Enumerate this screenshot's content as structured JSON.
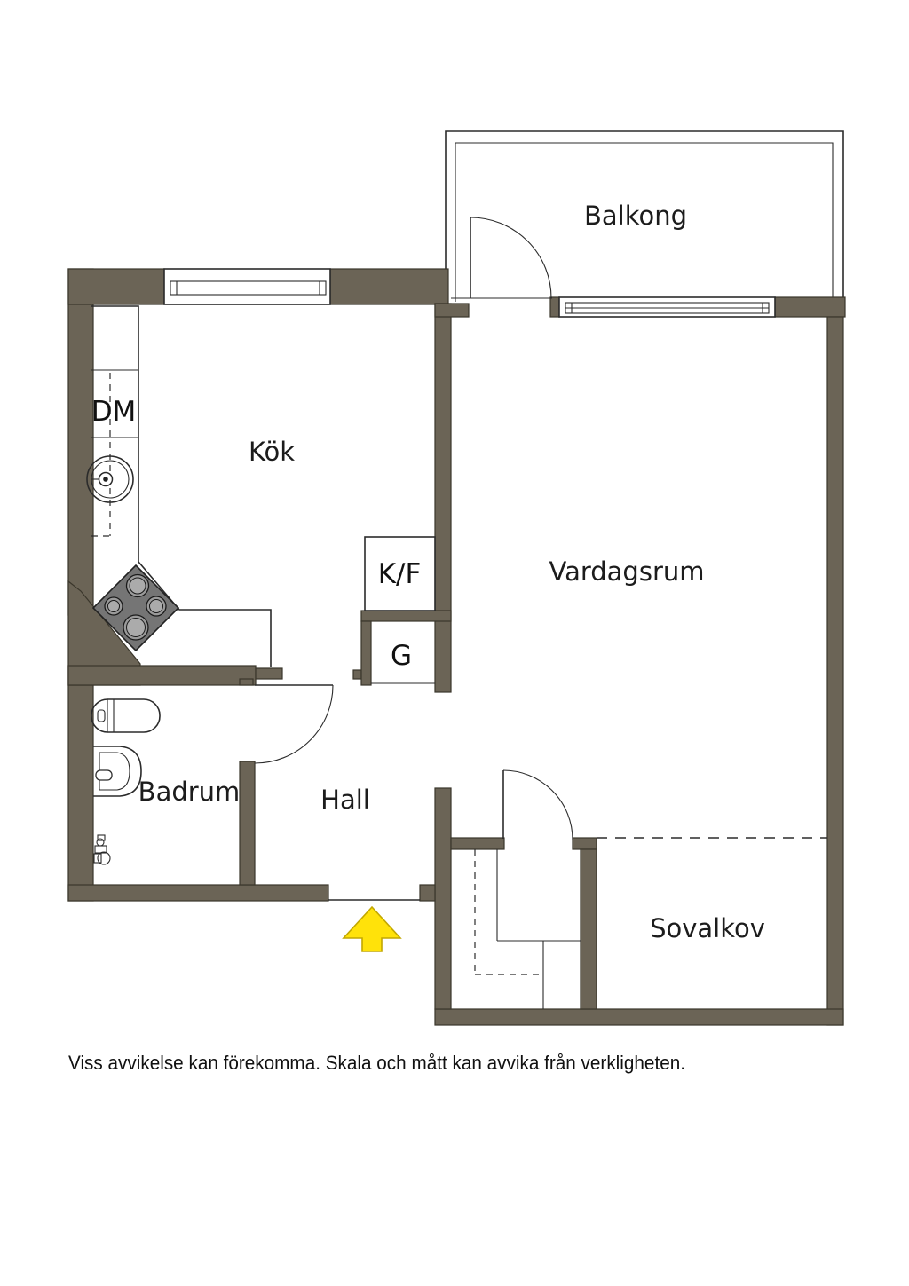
{
  "floorplan": {
    "rooms": [
      {
        "id": "balkong",
        "label": "Balkong"
      },
      {
        "id": "kok",
        "label": "Kök"
      },
      {
        "id": "vardagsrum",
        "label": "Vardagsrum"
      },
      {
        "id": "hall",
        "label": "Hall"
      },
      {
        "id": "badrum",
        "label": "Badrum"
      },
      {
        "id": "sovalkov",
        "label": "Sovalkov"
      }
    ],
    "fixtures": [
      {
        "id": "dm",
        "label": "DM"
      },
      {
        "id": "kf",
        "label": "K/F"
      },
      {
        "id": "g",
        "label": "G"
      }
    ],
    "entrance": {
      "icon": "arrow-up",
      "color": "#FFE20A"
    },
    "colors": {
      "wall": "#6B6456",
      "wall_outline": "#3A362B",
      "line": "#2B2B2B",
      "stove": "#757575",
      "arrow_fill": "#FFE20A",
      "arrow_stroke": "#C2A700",
      "background": "#FFFFFF"
    },
    "disclaimer": "Viss avvikelse kan förekomma. Skala och mått kan avvika från verkligheten."
  }
}
